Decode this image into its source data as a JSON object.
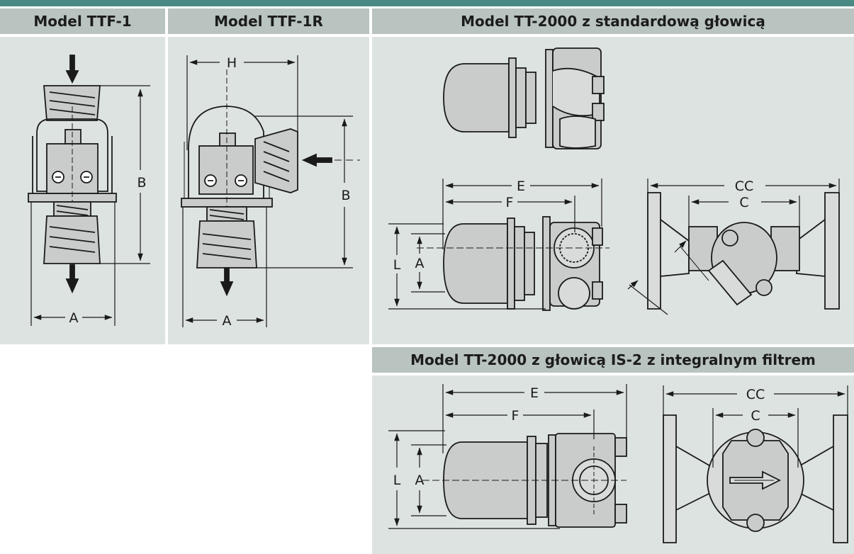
{
  "colors": {
    "accent_bar": "#4a8a85",
    "header_bg": "#b9c3c0",
    "panel_bg": "#dde3e1",
    "part_fill": "#c9cccb",
    "line": "#1a1a1a"
  },
  "headers": {
    "ttf1": "Model TTF-1",
    "ttf1r": "Model TTF-1R",
    "tt2000_std": "Model TT-2000 z standardową głowicą",
    "tt2000_is2": "Model TT-2000 z głowicą IS-2 z integralnym filtrem"
  },
  "labels": {
    "ttf1": {
      "b": "B",
      "a": "A"
    },
    "ttf1r": {
      "h": "H",
      "b": "B",
      "a": "A"
    },
    "std_side": {
      "e": "E",
      "f": "F",
      "l": "L",
      "a": "A"
    },
    "std_front": {
      "cc": "CC",
      "c": "C"
    },
    "is2_side": {
      "e": "E",
      "f": "F",
      "l": "L",
      "a": "A"
    },
    "is2_front": {
      "cc": "CC",
      "c": "C"
    }
  }
}
